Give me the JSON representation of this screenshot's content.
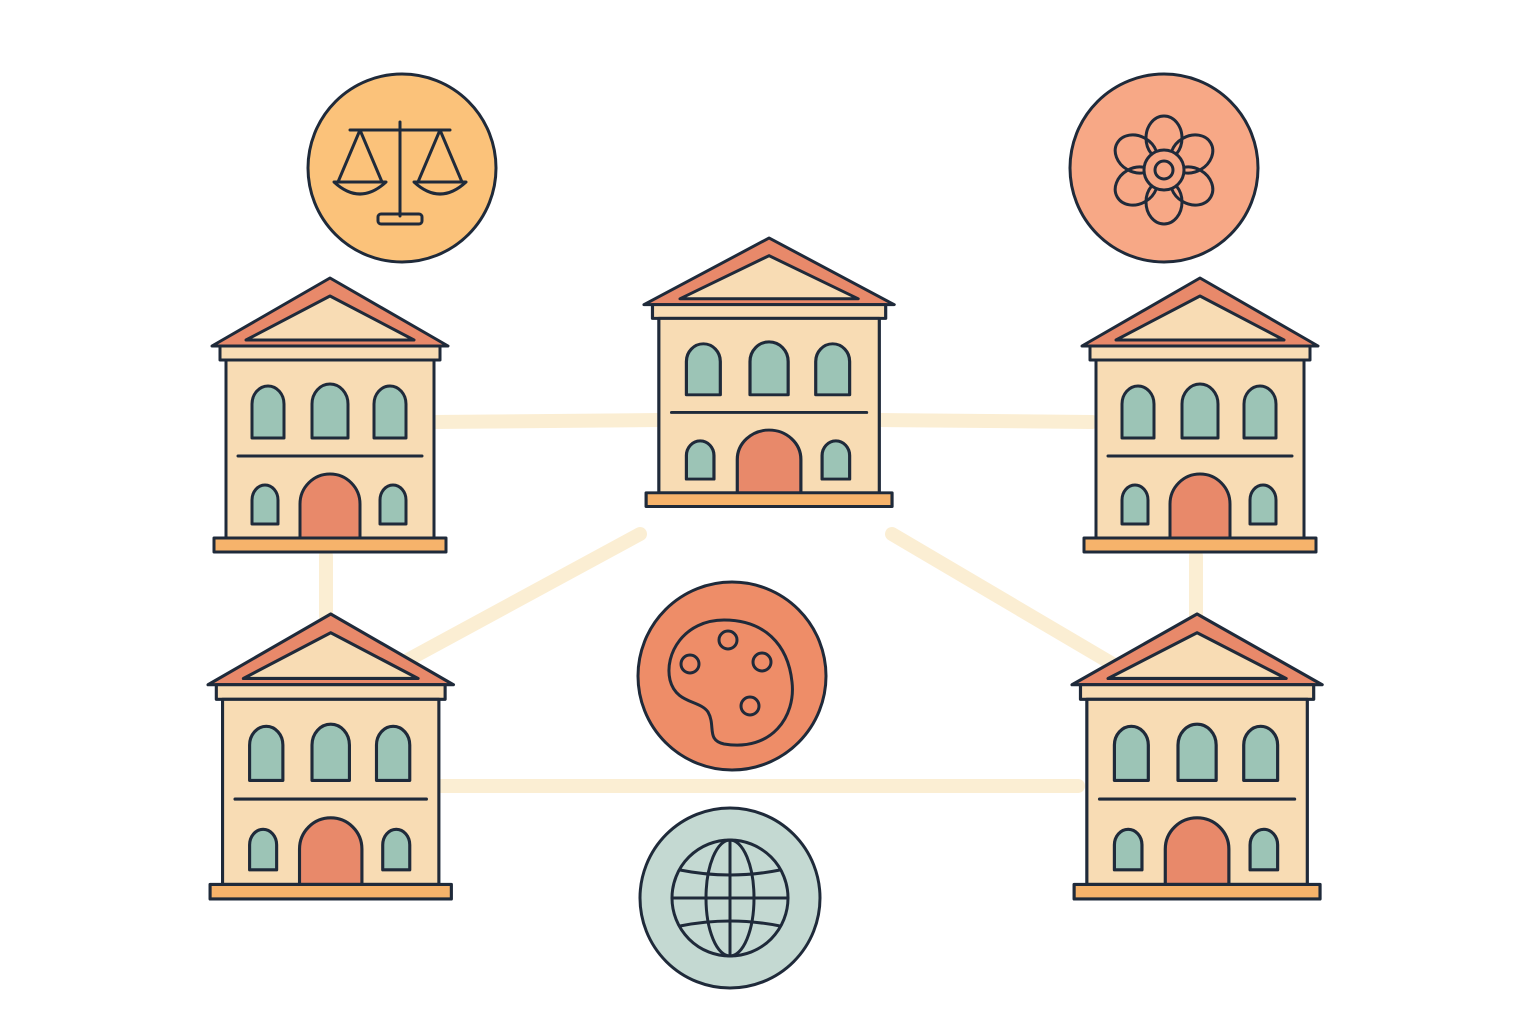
{
  "colors": {
    "background": "#ffffff",
    "outline": "#1f2a3a",
    "wall": "#f8dcb4",
    "roof": "#e8896a",
    "roof_inner": "#f8dcb4",
    "window": "#9cc4b6",
    "door": "#e8896a",
    "base": "#f6b36b",
    "connector": "#fbeed3"
  },
  "buildings": [
    {
      "id": "top-left-building",
      "kind": "building"
    },
    {
      "id": "top-center-building",
      "kind": "building"
    },
    {
      "id": "top-right-building",
      "kind": "building"
    },
    {
      "id": "bottom-left-building",
      "kind": "building"
    },
    {
      "id": "bottom-right-building",
      "kind": "building"
    }
  ],
  "icons": [
    {
      "name": "scales-of-justice-icon",
      "fill": "#fbc27a"
    },
    {
      "name": "flower-icon",
      "fill": "#f7a886"
    },
    {
      "name": "palette-icon",
      "fill": "#ee8d68"
    },
    {
      "name": "globe-icon",
      "fill": "#c4d9d2"
    }
  ],
  "connections": [
    [
      "top-left-building",
      "top-center-building"
    ],
    [
      "top-center-building",
      "top-right-building"
    ],
    [
      "top-left-building",
      "bottom-left-building"
    ],
    [
      "top-right-building",
      "bottom-right-building"
    ],
    [
      "top-center-building",
      "bottom-left-building"
    ],
    [
      "top-center-building",
      "bottom-right-building"
    ],
    [
      "bottom-left-building",
      "bottom-right-building"
    ]
  ]
}
